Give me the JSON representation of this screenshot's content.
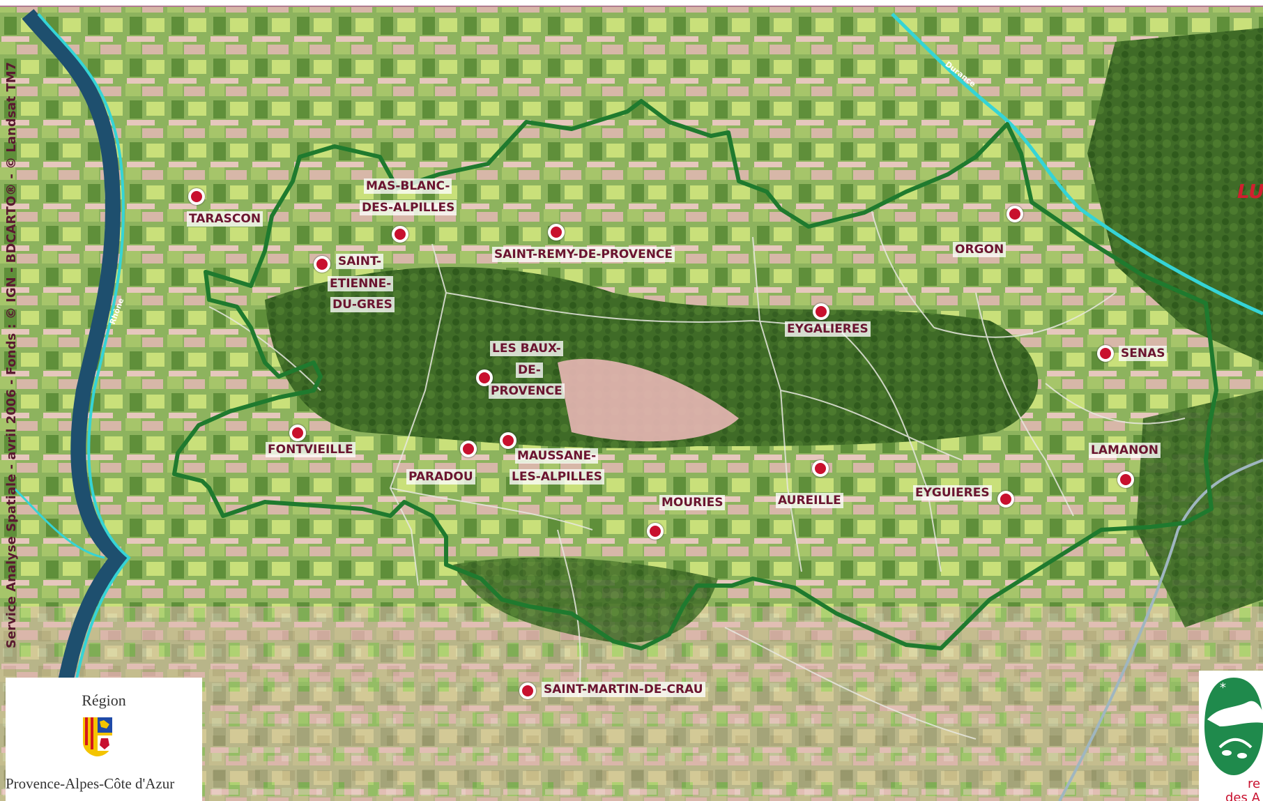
{
  "credit": "Service Analyse Spatiale - avril 2006 - Fonds : © IGN - BDCARTO® - © Landsat TM7",
  "rivers": {
    "rhone": "Rhône",
    "durance": "Durance"
  },
  "corner_label": "LU",
  "region_logo": {
    "title": "Région",
    "name": "Provence-Alpes-Côte d'Azur"
  },
  "park_logo": {
    "text_line1": "re",
    "text_line2": "des A"
  },
  "towns": {
    "tarascon": "TARASCON",
    "mas_blanc_1": "MAS-BLANC-",
    "mas_blanc_2": "DES-ALPILLES",
    "saint_remy": "SAINT-REMY-DE-PROVENCE",
    "orgon": "ORGON",
    "saint_etienne_1": "SAINT-",
    "saint_etienne_2": "ETIENNE-",
    "saint_etienne_3": "DU-GRES",
    "eygalieres": "EYGALIERES",
    "senas": "SENAS",
    "les_baux_1": "LES BAUX-",
    "les_baux_2": "DE-",
    "les_baux_3": "PROVENCE",
    "fontvieille": "FONTVIEILLE",
    "paradou": "PARADOU",
    "maussane_1": "MAUSSANE-",
    "maussane_2": "LES-ALPILLES",
    "mouries": "MOURIES",
    "aureille": "AUREILLE",
    "eyguieres": "EYGUIERES",
    "lamanon": "LAMANON",
    "saint_martin": "SAINT-MARTIN-DE-CRAU"
  },
  "colors": {
    "boundary": "#1f7a2e",
    "river": "#35d4d6",
    "town_dot": "#c8102e",
    "label_text": "#6b1430"
  }
}
